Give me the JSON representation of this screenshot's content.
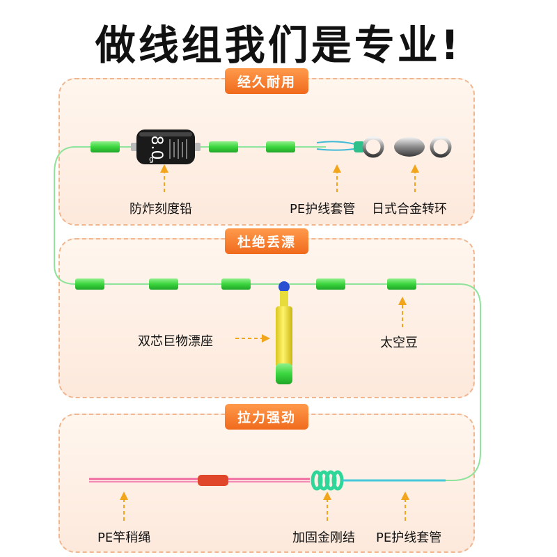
{
  "headline": "做线组我们是专业!",
  "sections": [
    {
      "badge": "经久耐用",
      "labels": [
        "防炸刻度铅",
        "PE护线套管",
        "日式合金转环"
      ],
      "weight_text": "8.0",
      "weight_unit": "g"
    },
    {
      "badge": "杜绝丢漂",
      "labels": [
        "双芯巨物漂座",
        "太空豆"
      ]
    },
    {
      "badge": "拉力强劲",
      "labels": [
        "PE竿稍绳",
        "加固金刚结",
        "PE护线套管"
      ]
    }
  ],
  "colors": {
    "line": "#7edc8f",
    "bead": "#35d24a",
    "badge": "#f07a2a",
    "arrow": "#f2a51a",
    "pink_rope": "#f06aa0",
    "cyan_rope": "#46c8d8"
  }
}
